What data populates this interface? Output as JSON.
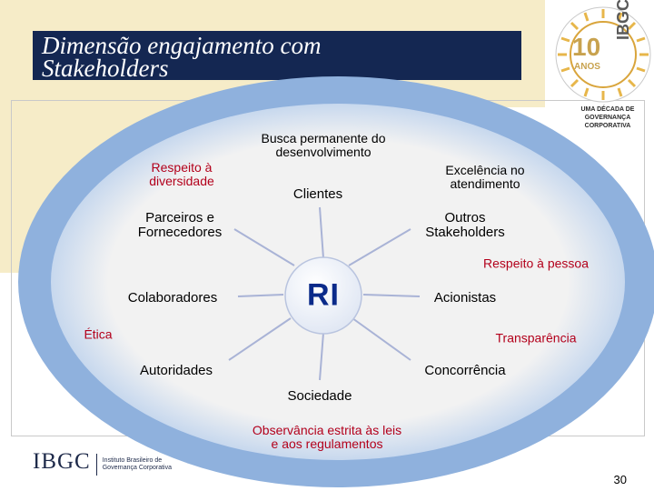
{
  "slide": {
    "title_line1": "Dimensão engajamento com",
    "title_line2": "Stakeholders",
    "page_number": "30"
  },
  "colors": {
    "title_bar": "#142752",
    "background_beige": "#f6ecc8",
    "ellipse_fill": "#f2f2f2",
    "ellipse_ring": "#8fb1dd",
    "center_text": "#0a2a8a",
    "value_text": "#b3001b",
    "connector": "#a9b3d6"
  },
  "diagram": {
    "center": "RI",
    "stakeholders": [
      {
        "id": "clientes",
        "label": "Clientes"
      },
      {
        "id": "outros",
        "label": "Outros\nStakeholders"
      },
      {
        "id": "acionistas",
        "label": "Acionistas"
      },
      {
        "id": "concorrencia",
        "label": "Concorrência"
      },
      {
        "id": "sociedade",
        "label": "Sociedade"
      },
      {
        "id": "autoridades",
        "label": "Autoridades"
      },
      {
        "id": "colaboradores",
        "label": "Colaboradores"
      },
      {
        "id": "parceiros",
        "label": "Parceiros e\nFornecedores"
      }
    ],
    "values": [
      {
        "id": "busca",
        "label": "Busca permanente do\ndesenvolvimento"
      },
      {
        "id": "excelencia",
        "label": "Excelência no\natendimento"
      },
      {
        "id": "respeito_pessoa",
        "label": "Respeito à pessoa"
      },
      {
        "id": "transparencia",
        "label": "Transparência"
      },
      {
        "id": "observancia",
        "label": "Observância estrita às leis\ne aos regulamentos"
      },
      {
        "id": "etica",
        "label": "Ética"
      },
      {
        "id": "respeito_diversidade",
        "label": "Respeito à\ndiversidade"
      }
    ]
  },
  "logo": {
    "number": "10",
    "anos": "ANOS",
    "brand": "IBGC",
    "caption": "UMA DÉCADA DE\nGOVERNANÇA\nCORPORATIVA"
  },
  "footer": {
    "brand": "IBGC",
    "sub_line1": "Instituto Brasileiro de",
    "sub_line2": "Governança Corporativa"
  }
}
